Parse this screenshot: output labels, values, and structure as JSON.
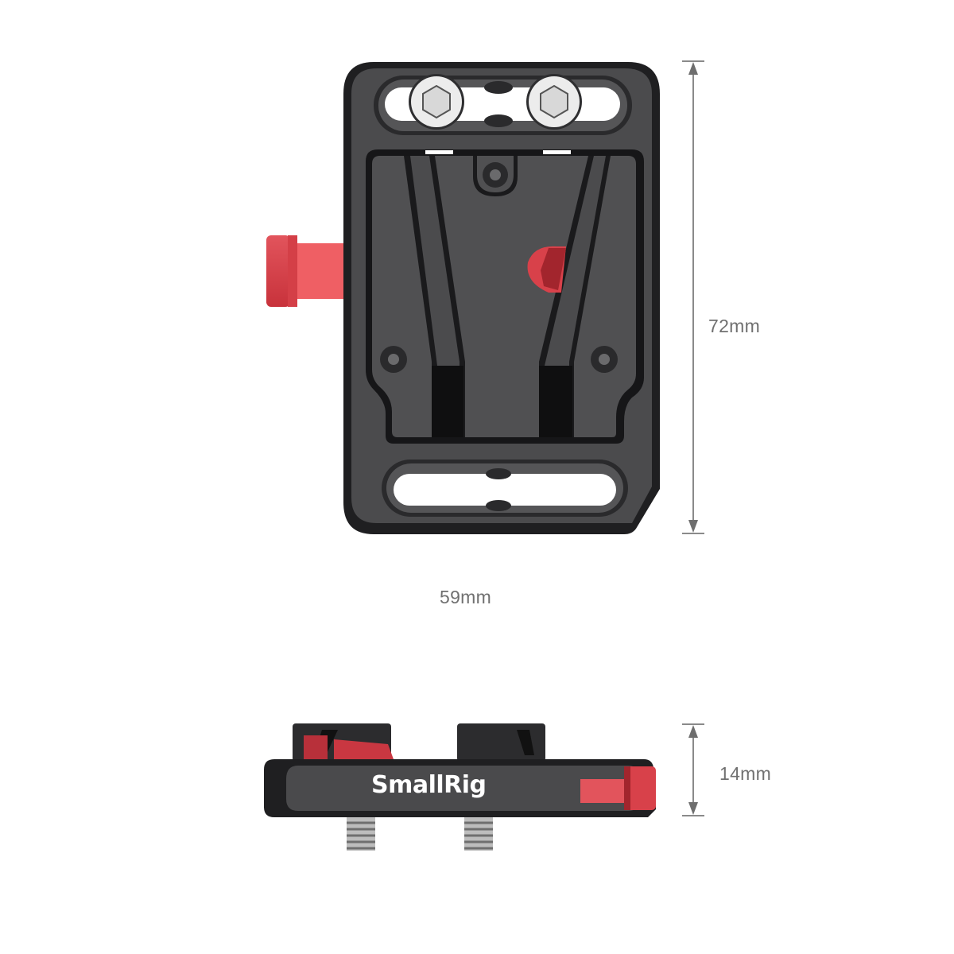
{
  "diagram": {
    "type": "product-dimension-drawing",
    "product_brand": "SmallRig",
    "views": [
      {
        "name": "front-view",
        "description": "V-mount battery plate, top view"
      },
      {
        "name": "side-view",
        "description": "V-mount battery plate, side view"
      }
    ],
    "dimensions": {
      "height": {
        "label": "72mm"
      },
      "width": {
        "label": "59mm"
      },
      "thickness": {
        "label": "14mm"
      }
    },
    "colors": {
      "plate_body": "#4a4a4c",
      "plate_edge": "#1c1c1e",
      "accent_red": "#d8414a",
      "screw_silver": "#e8e8e8",
      "dimension_line": "#8a8a8a",
      "dimension_text": "#707070"
    }
  }
}
